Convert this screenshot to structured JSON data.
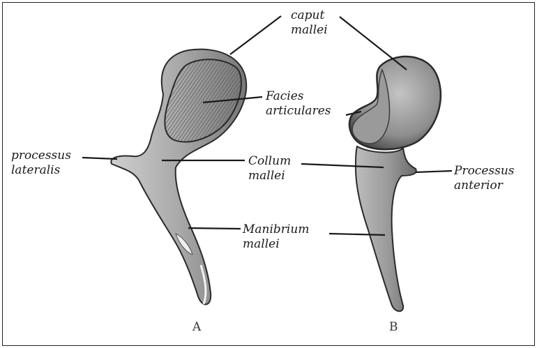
{
  "labels": {
    "caput_mallei": [
      "caput",
      "mallei"
    ],
    "facies_articulares": [
      "Facies",
      "articulares"
    ],
    "processus_lateralis": [
      "processus",
      "lateralis"
    ],
    "collum_mallei": [
      "Collum",
      "mallei"
    ],
    "processus_anterior": [
      "Processus",
      "anterior"
    ],
    "manubrium_mallei": [
      "Manibrium",
      "mallei"
    ]
  },
  "figures": {
    "a": "A",
    "b": "B"
  }
}
